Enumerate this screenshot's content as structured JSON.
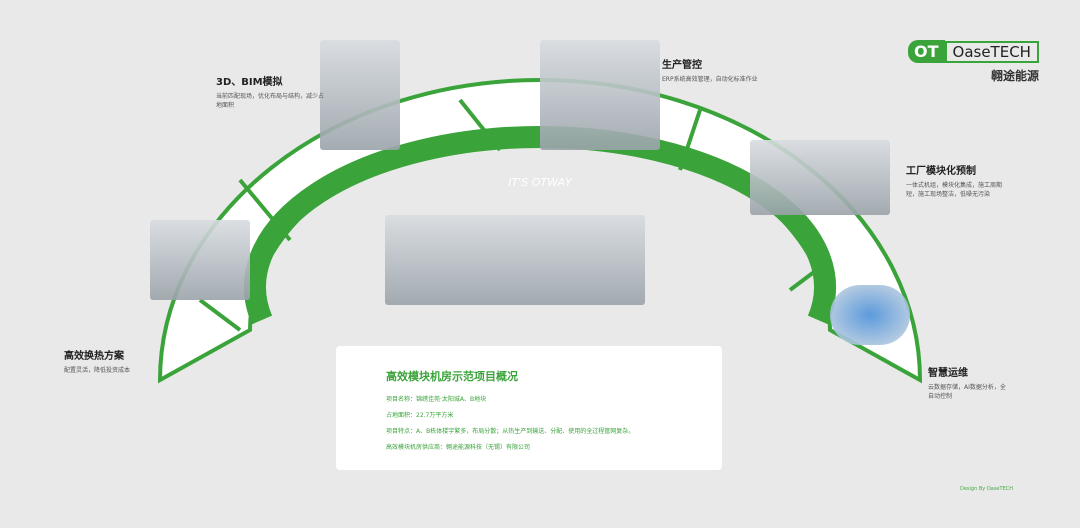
{
  "logo": {
    "mark": "OT",
    "brand": "OaseTECH",
    "cn": "翱途能源"
  },
  "ring_text": "IT'S OTWAY",
  "stages": [
    {
      "title": "3D、BIM模拟",
      "desc": "当前匹配现场，优化布局与结构，减少占地面积"
    },
    {
      "title": "生产管控",
      "desc": "ERP系统高效管理，自动化标准作业"
    },
    {
      "title": "工厂模块化预制",
      "desc": "一体式机组，模块化集成，施工周期短，施工现场整洁，低噪无污染"
    },
    {
      "title": "智慧运维",
      "desc": "云数据存储，AI数据分析，全自动控制"
    },
    {
      "title": "高效换热方案",
      "desc": "配置灵活，降低投资成本"
    }
  ],
  "panel": {
    "title": "高效模块机房示范项目概况",
    "lines": [
      "项目名称：锦绣佳苑·太阳城A、B地块",
      "占地面积：22.7万平方米",
      "项目特点：A、B栋体楼宇繁多，布局分散；从热生产到输送、分配、使用的全过程管网复杂。",
      "高效模块机房供应商：翱途能源科技（无锡）有限公司"
    ]
  },
  "footer": "Design By OaseTECH",
  "colors": {
    "green": "#3aa33a",
    "bg": "#e9e9e9"
  }
}
